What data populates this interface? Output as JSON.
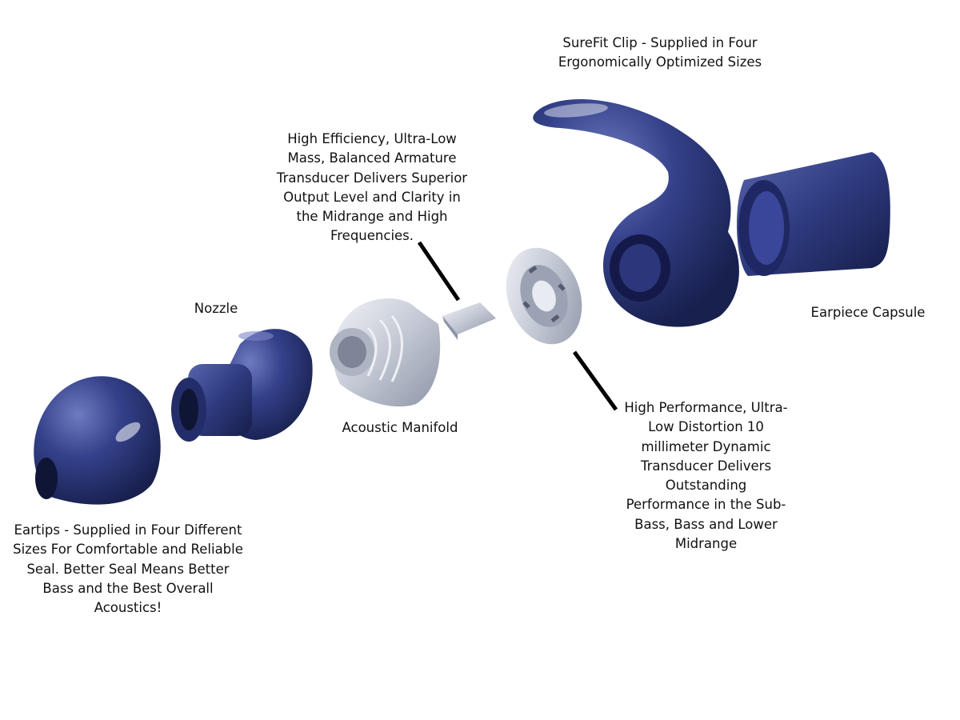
{
  "labels": {
    "surefit": "SureFit Clip - Supplied in Four\nErgonomically Optimized Sizes",
    "armature": "High Efficiency, Ultra-Low\nMass, Balanced Armature\nTransducer Delivers Superior\nOutput Level and Clarity in\nthe Midrange and High\nFrequencies.",
    "nozzle": "Nozzle",
    "capsule": "Earpiece Capsule",
    "manifold": "Acoustic Manifold",
    "dynamic": "High Performance, Ultra-\nLow Distortion 10\nmillimeter Dynamic\nTransducer Delivers\nOutstanding\nPerformance in the Sub-\nBass, Bass and Lower\nMidrange",
    "eartips": "Eartips - Supplied in Four Different\nSizes For Comfortable and Reliable\nSeal. Better Seal Means Better\nBass and the Best Overall\nAcoustics!"
  },
  "colors": {
    "part_blue": "#2e3a78",
    "part_blue_dark": "#1a2352",
    "part_silver": "#c8cdd8",
    "leader_line": "#000000"
  }
}
